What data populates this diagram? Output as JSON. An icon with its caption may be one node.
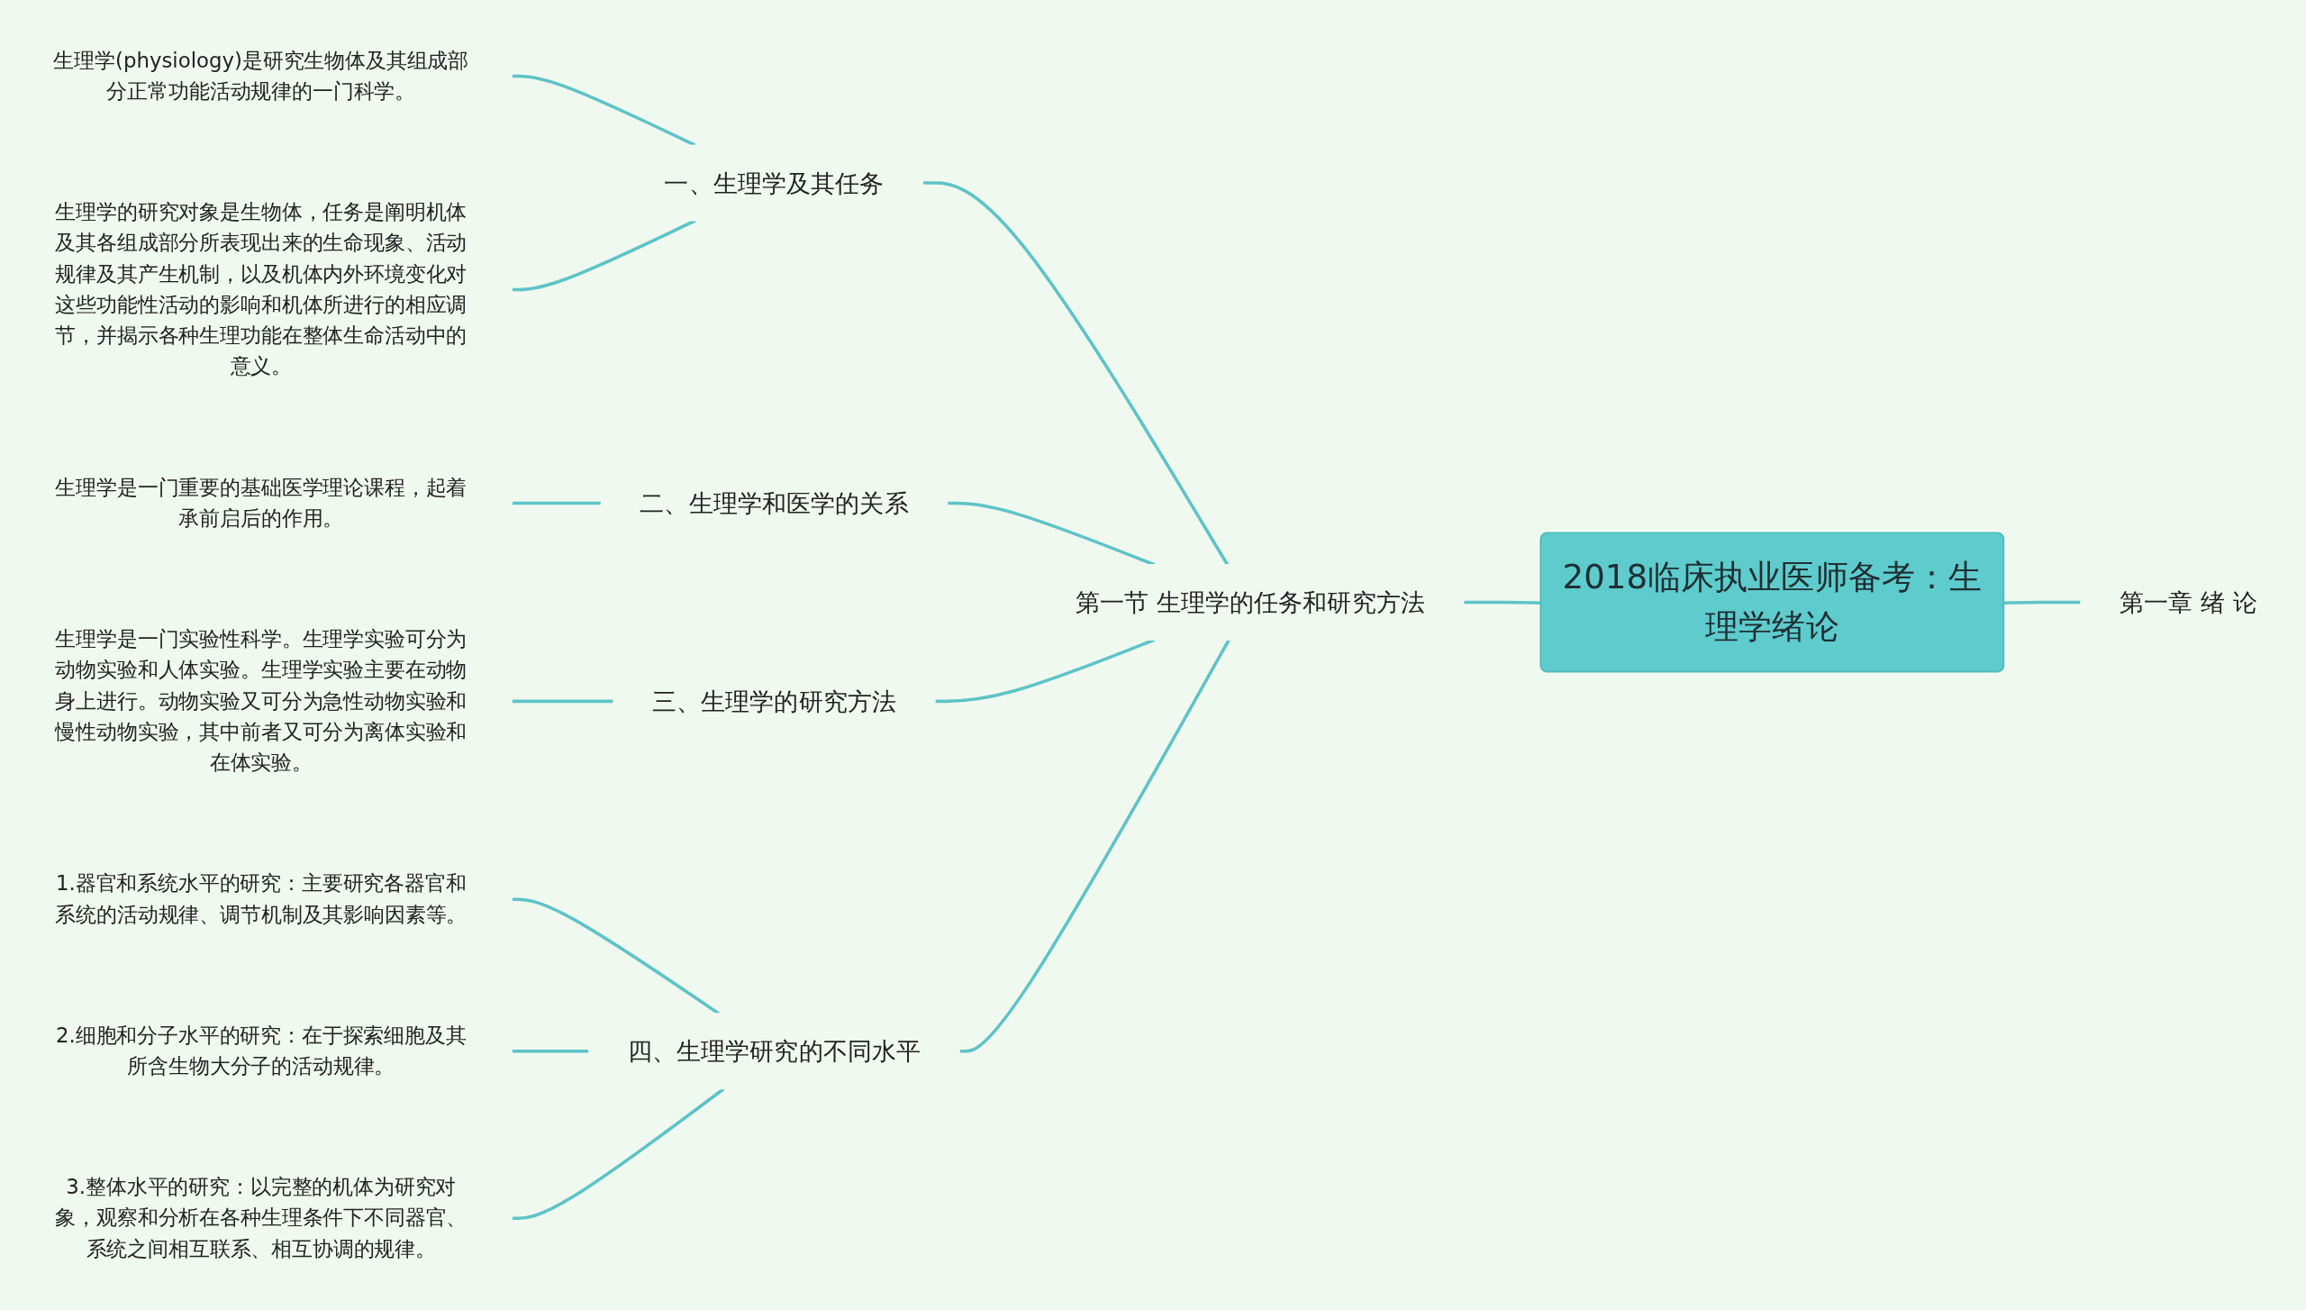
{
  "diagram": {
    "nodes": [
      {
        "text": [
          "2018临床执业医师备考：生理学绪论"
        ]
      },
      {
        "text": [
          "第一章 绪 论"
        ]
      },
      {
        "text": [
          "第一节 生理学的任务和研究方法"
        ]
      },
      {
        "text": [
          "一、生理学及其任务"
        ]
      },
      {
        "text": [
          "生理学(physiology)是研究生物体及其组成部分正常功能活动规律的一门科学。"
        ]
      },
      {
        "text": [
          "生理学的研究对象是生物体，任务是阐明机体及其各组成部分所表现出来的生命现象、活动规律及其产生机制，以及机体内外环境变化对这些功能性活动的影响和机体所进行的相应调节，并揭示各种生理功能在整体生命活动中的意义。"
        ]
      },
      {
        "text": [
          "二、生理学和医学的关系"
        ]
      },
      {
        "text": [
          "生理学是一门重要的基础医学理论课程，起着承前启后的作用。"
        ]
      },
      {
        "text": [
          "三、生理学的研究方法"
        ]
      },
      {
        "text": [
          "生理学是一门实验性科学。生理学实验可分为动物实验和人体实验。生理学实验主要在动物身上进行。动物实验又可分为急性动物实验和慢性动物实验，其中前者又可分为离体实验和在体实验。"
        ]
      },
      {
        "text": [
          "四、生理学研究的不同水平"
        ]
      },
      {
        "text": [
          "1.器官和系统水平的研究：主要研究各器官和系统的活动规律、调节机制及其影响因素等。"
        ]
      },
      {
        "text": [
          "2.细胞和分子水平的研究：在于探索细胞及其所含生物大分子的活动规律。"
        ]
      },
      {
        "text": [
          "3.整体水平的研究：以完整的机体为研究对象，观察和分析在各种生理条件下不同器官、系统之间相互联系、相互协调的规律。"
        ]
      }
    ],
    "edges": [
      {
        "from": 0,
        "to": 1,
        "arrow": "none"
      },
      {
        "from": 0,
        "to": 2,
        "arrow": "none"
      },
      {
        "from": 2,
        "to": 3,
        "arrow": "none"
      },
      {
        "from": 3,
        "to": 4,
        "arrow": "none"
      },
      {
        "from": 3,
        "to": 5,
        "arrow": "none"
      },
      {
        "from": 2,
        "to": 6,
        "arrow": "none"
      },
      {
        "from": 6,
        "to": 7,
        "arrow": "none"
      },
      {
        "from": 2,
        "to": 8,
        "arrow": "none"
      },
      {
        "from": 8,
        "to": 9,
        "arrow": "none"
      },
      {
        "from": 2,
        "to": 10,
        "arrow": "none"
      },
      {
        "from": 10,
        "to": 11,
        "arrow": "none"
      },
      {
        "from": 10,
        "to": 12,
        "arrow": "none"
      },
      {
        "from": 10,
        "to": 13,
        "arrow": "none"
      }
    ]
  }
}
